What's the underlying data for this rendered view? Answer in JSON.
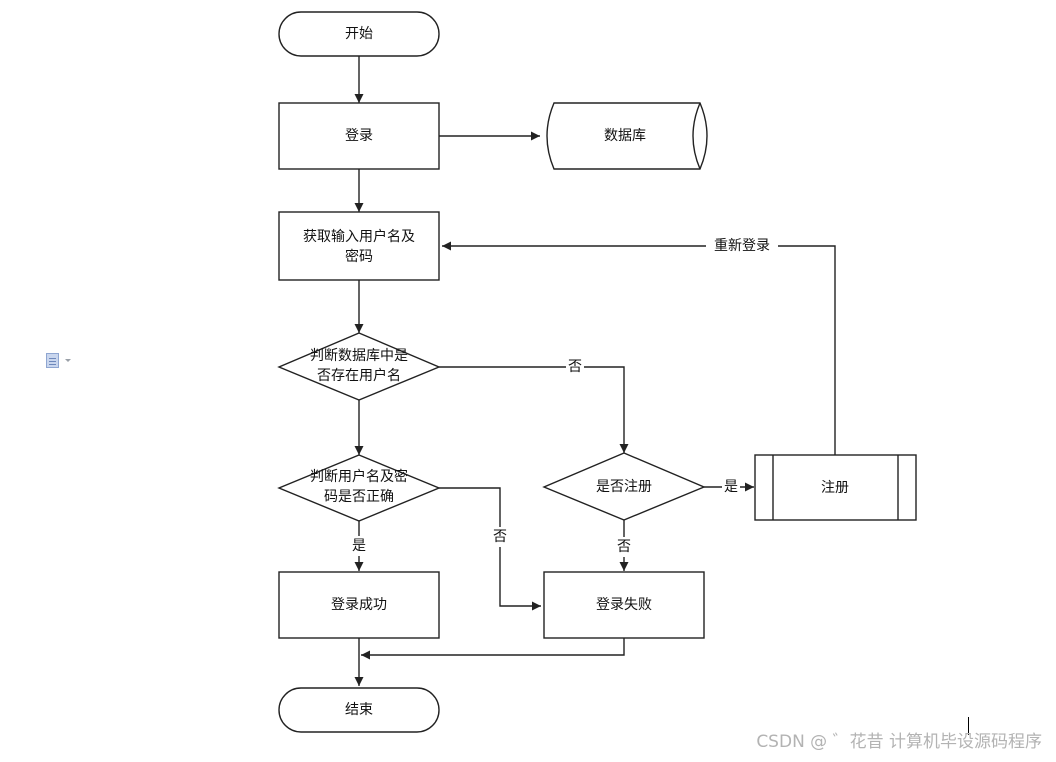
{
  "nodes": {
    "start": "开始",
    "login": "登录",
    "database": "数据库",
    "get_input_line1": "获取输入用户名及",
    "get_input_line2": "密码",
    "check_user_line1": "判断数据库中是",
    "check_user_line2": "否存在用户名",
    "check_pwd_line1": "判断用户名及密",
    "check_pwd_line2": "码是否正确",
    "register_q": "是否注册",
    "register": "注册",
    "login_success": "登录成功",
    "login_fail": "登录失败",
    "end": "结束"
  },
  "edges": {
    "no_user": "否",
    "relogin": "重新登录",
    "yes_register": "是",
    "no_register": "否",
    "yes_correct": "是",
    "no_correct": "否"
  },
  "watermark": "CSDN @ ゛花昔  计算机毕设源码程序"
}
